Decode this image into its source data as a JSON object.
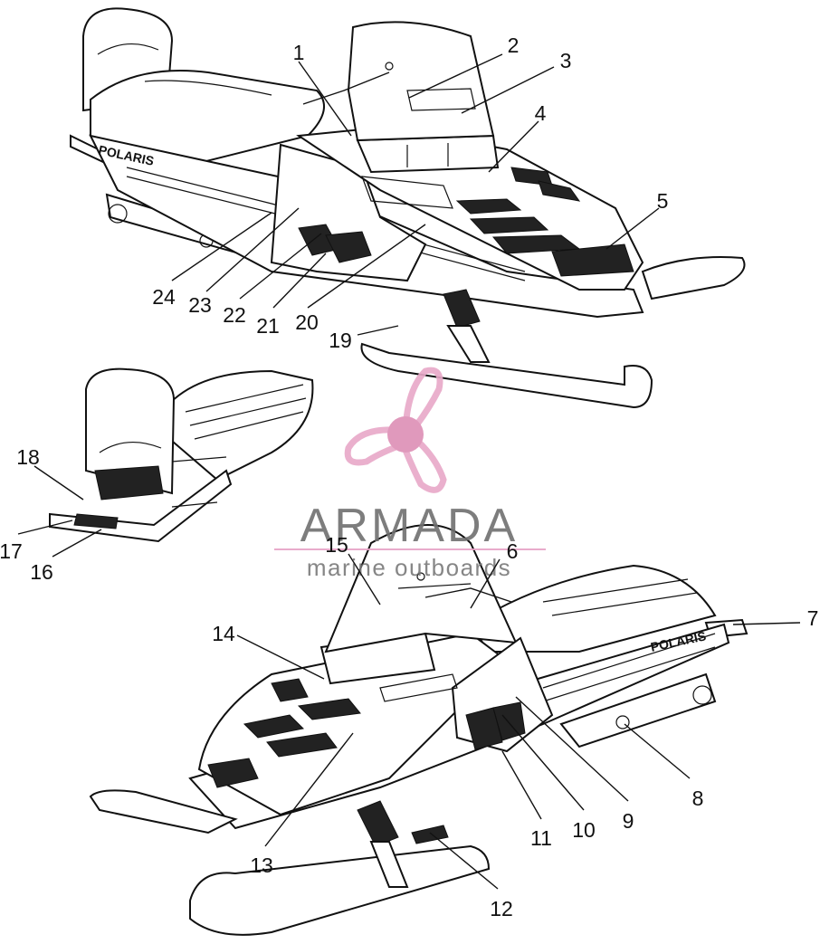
{
  "callouts": [
    "1",
    "2",
    "3",
    "4",
    "5",
    "6",
    "7",
    "8",
    "9",
    "10",
    "11",
    "12",
    "13",
    "14",
    "15",
    "16",
    "17",
    "18",
    "19",
    "20",
    "21",
    "22",
    "23",
    "24"
  ],
  "decals": {
    "side_brand_top": "POLARIS",
    "side_brand_bottom": "POLARIS"
  },
  "watermark": {
    "name": "ARMADA",
    "tagline": "marine outboards",
    "logo_color": "#e8a8c8",
    "logo_center_color": "#dd8fb5",
    "rule_color": "#e7a3c6"
  }
}
